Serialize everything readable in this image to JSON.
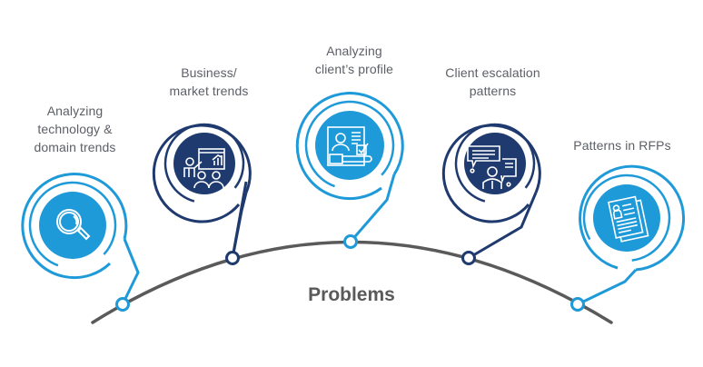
{
  "diagram": {
    "center_label": "Problems",
    "colors": {
      "light_blue": "#1f9ad9",
      "navy": "#1f3a6e",
      "arc": "#5a5a5a",
      "text": "#5c5f66",
      "icon_stroke": "#ffffff"
    },
    "items": [
      {
        "label_lines": [
          "Analyzing",
          "technology &",
          "domain trends"
        ],
        "icon": "magnifier-icon",
        "color": "light_blue"
      },
      {
        "label_lines": [
          "Business/",
          "market trends"
        ],
        "icon": "presentation-icon",
        "color": "navy"
      },
      {
        "label_lines": [
          "Analyzing",
          "client’s profile"
        ],
        "icon": "profile-form-icon",
        "color": "light_blue"
      },
      {
        "label_lines": [
          "Client escalation",
          "patterns"
        ],
        "icon": "chat-person-icon",
        "color": "navy"
      },
      {
        "label_lines": [
          "Patterns in RFPs"
        ],
        "icon": "documents-icon",
        "color": "light_blue"
      }
    ]
  }
}
